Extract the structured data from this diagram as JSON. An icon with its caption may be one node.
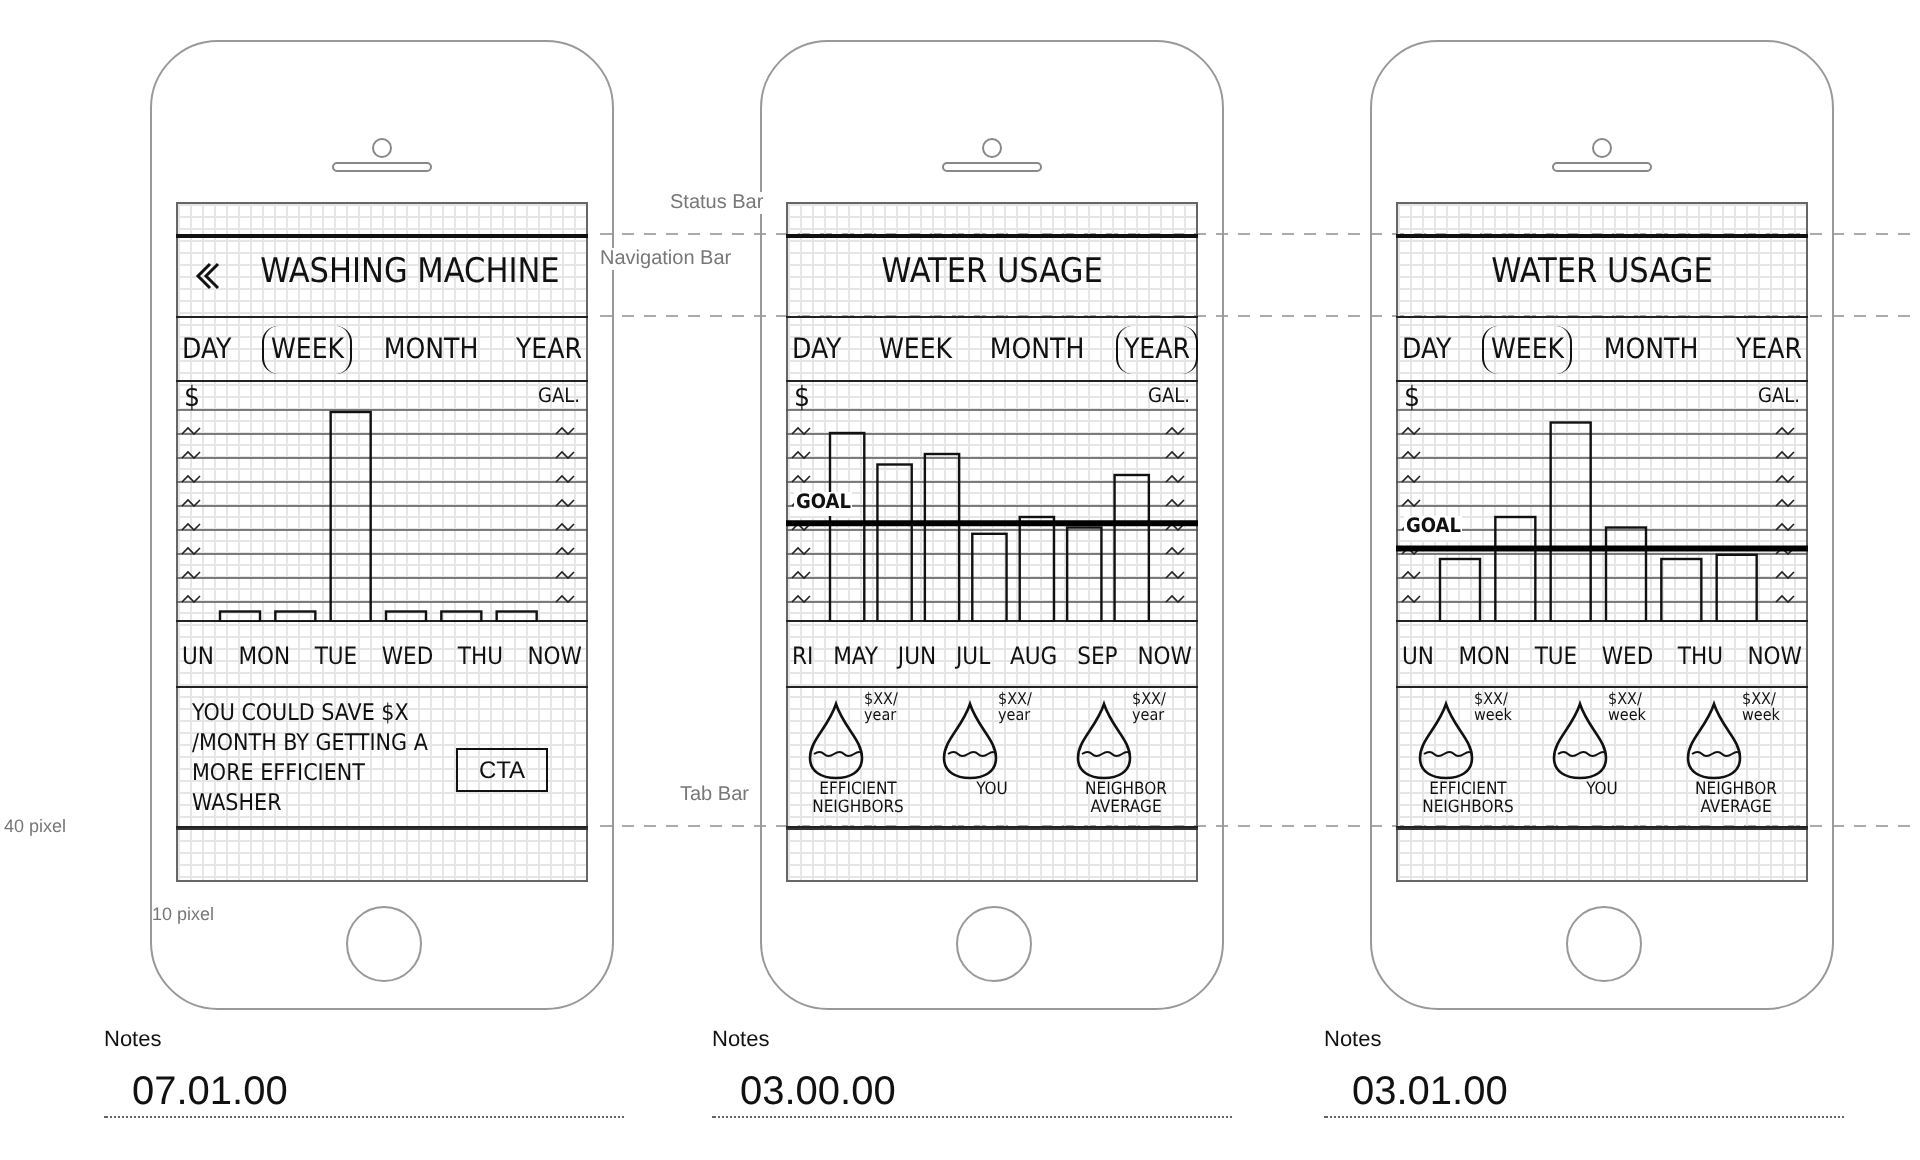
{
  "diagram": {
    "nodes": [
      {
        "text": [],
        "shape": "box"
      },
      {
        "text": [
          "WASHING MACHINE"
        ],
        "in": 0
      },
      {
        "text": [
          "DAY",
          "WEEK",
          "MONTH",
          "YEAR"
        ],
        "in": 0
      },
      {
        "text": [
          "$",
          "GAL."
        ],
        "in": 0
      },
      {
        "text": [
          "UN",
          "MON",
          "TUE",
          "WED",
          "THU",
          "NOW"
        ],
        "in": 0
      },
      {
        "text": [
          "YOU COULD SAVE $X /MONTH BY GETTING A MORE EFFICIENT WASHER"
        ],
        "in": 0
      },
      {
        "text": [
          "CTA"
        ],
        "in": 5
      },
      {
        "text": [],
        "shape": "box"
      },
      {
        "text": [
          "WATER USAGE"
        ],
        "in": 7
      },
      {
        "text": [
          "DAY",
          "WEEK",
          "MONTH",
          "YEAR"
        ],
        "in": 7
      },
      {
        "text": [
          "$",
          "GAL.",
          "GOAL"
        ],
        "in": 7
      },
      {
        "text": [
          "RI",
          "MAY",
          "JUN",
          "JUL",
          "AUG",
          "SEP",
          "NOW"
        ],
        "in": 7
      },
      {
        "text": [],
        "shape": "box",
        "in": 7
      },
      {
        "text": [
          "EFFICIENT NEIGHBORS"
        ],
        "beside": [
          "$XX/ year"
        ],
        "in": 12
      },
      {
        "text": [
          "YOU"
        ],
        "beside": [
          "$XX/ year"
        ],
        "in": 12
      },
      {
        "text": [
          "NEIGHBOR AVERAGE"
        ],
        "beside": [
          "$XX/ year"
        ],
        "in": 12
      },
      {
        "text": [],
        "shape": "box"
      },
      {
        "text": [
          "WATER USAGE"
        ],
        "in": 16
      },
      {
        "text": [
          "DAY",
          "WEEK",
          "MONTH",
          "YEAR"
        ],
        "in": 16
      },
      {
        "text": [
          "$",
          "GAL.",
          "GOAL"
        ],
        "in": 16
      },
      {
        "text": [
          "UN",
          "MON",
          "TUE",
          "WED",
          "THU",
          "NOW"
        ],
        "in": 16
      },
      {
        "text": [],
        "shape": "box",
        "in": 16
      },
      {
        "text": [
          "EFFICIENT NEIGHBORS"
        ],
        "beside": [
          "$XX/ week"
        ],
        "in": 21
      },
      {
        "text": [
          "YOU"
        ],
        "beside": [
          "$XX/ week"
        ],
        "in": 21
      },
      {
        "text": [
          "NEIGHBOR AVERAGE"
        ],
        "beside": [
          "$XX/ week"
        ],
        "in": 21
      }
    ],
    "labels": [
      "Status Bar",
      "Navigation Bar",
      "Tab Bar",
      "40 pixel",
      "10 pixel",
      "Notes",
      "Notes",
      "Notes",
      "07.01.00",
      "03.00.00",
      "03.01.00"
    ]
  }
}
